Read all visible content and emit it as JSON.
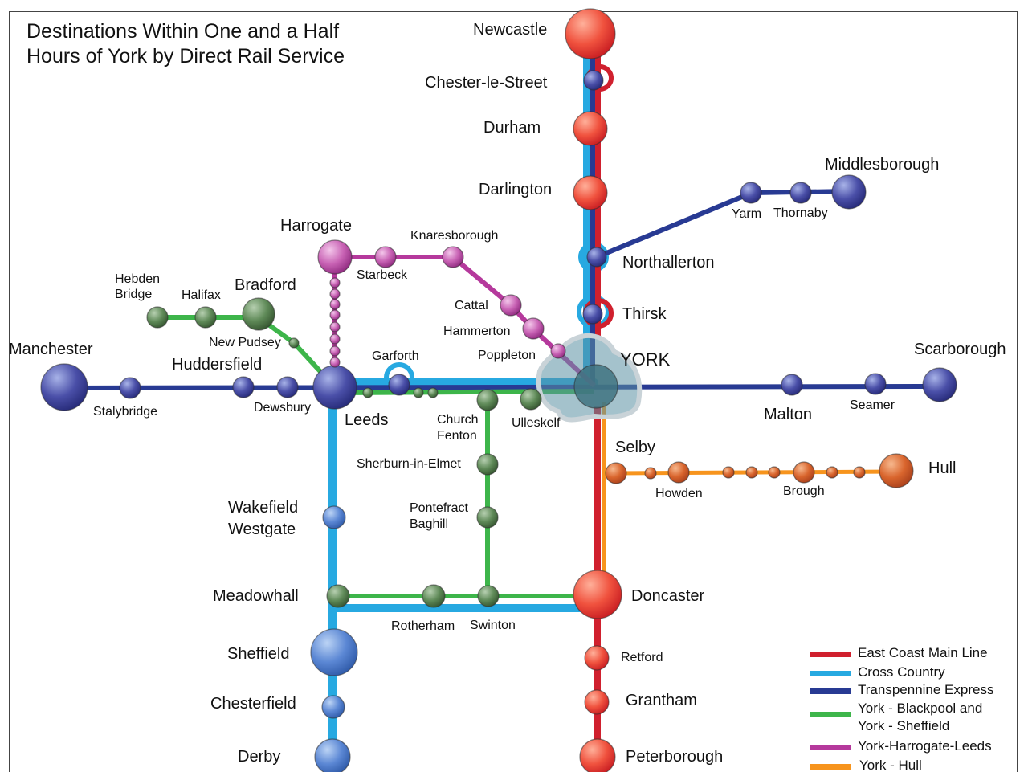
{
  "title_line1": "Destinations Within One and a Half",
  "title_line2": "Hours of York by Direct Rail Service",
  "colors": {
    "east_coast": "#d0202e",
    "cross_country": "#27a9e1",
    "transpennine": "#283a93",
    "york_blackpool_sheffield": "#3db54a",
    "york_harrogate_leeds": "#b5399c",
    "york_hull": "#f7941d"
  },
  "stations": {
    "newcastle": "Newcastle",
    "chester_le_street": "Chester-le-Street",
    "durham": "Durham",
    "darlington": "Darlington",
    "middlesborough": "Middlesborough",
    "yarm": "Yarm",
    "thornaby": "Thornaby",
    "northallerton": "Northallerton",
    "thirsk": "Thirsk",
    "harrogate": "Harrogate",
    "knaresborough": "Knaresborough",
    "starbeck": "Starbeck",
    "cattal": "Cattal",
    "hammerton": "Hammerton",
    "poppleton": "Poppleton",
    "york": "YORK",
    "hebden_bridge_1": "Hebden",
    "hebden_bridge_2": "Bridge",
    "halifax": "Halifax",
    "bradford": "Bradford",
    "new_pudsey": "New Pudsey",
    "manchester": "Manchester",
    "huddersfield": "Huddersfield",
    "stalybridge": "Stalybridge",
    "dewsbury": "Dewsbury",
    "leeds": "Leeds",
    "garforth": "Garforth",
    "church_fenton_1": "Church",
    "church_fenton_2": "Fenton",
    "ulleskelf": "Ulleskelf",
    "scarborough": "Scarborough",
    "malton": "Malton",
    "seamer": "Seamer",
    "selby": "Selby",
    "hull": "Hull",
    "howden": "Howden",
    "brough": "Brough",
    "sherburn": "Sherburn-in-Elmet",
    "pontefract_1": "Pontefract",
    "pontefract_2": "Baghill",
    "wakefield_1": "Wakefield",
    "wakefield_2": "Westgate",
    "meadowhall": "Meadowhall",
    "rotherham": "Rotherham",
    "swinton": "Swinton",
    "doncaster": "Doncaster",
    "sheffield": "Sheffield",
    "retford": "Retford",
    "chesterfield": "Chesterfield",
    "grantham": "Grantham",
    "derby": "Derby",
    "peterborough": "Peterborough"
  },
  "legend": [
    {
      "label": "East Coast Main Line",
      "color": "#d0202e"
    },
    {
      "label": "Cross Country",
      "color": "#27a9e1"
    },
    {
      "label": "Transpennine Express",
      "color": "#283a93"
    },
    {
      "label": "York - Blackpool and",
      "label2": "York - Sheffield",
      "color": "#3db54a"
    },
    {
      "label": "York-Harrogate-Leeds",
      "color": "#b5399c"
    },
    {
      "label": "York - Hull",
      "color": "#f7941d"
    }
  ]
}
